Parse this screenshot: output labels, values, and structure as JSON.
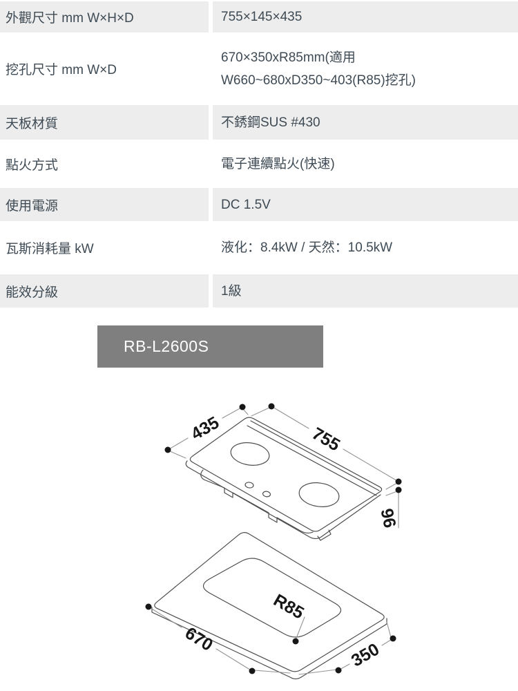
{
  "page": {
    "background": "#ffffff"
  },
  "spec_table": {
    "row_background": "#ededed",
    "text_color": "#3e4a54",
    "rows": [
      {
        "label": "外觀尺寸 mm W×H×D",
        "lines": [
          "755×145×435"
        ]
      },
      {
        "label": "挖孔尺寸 mm W×D",
        "lines": [
          "670×350xR85mm(適用",
          "W660~680xD350~403(R85)挖孔)"
        ]
      },
      {
        "label": "天板材質",
        "lines": [
          "不銹鋼SUS #430"
        ]
      },
      {
        "label": "點火方式",
        "lines": [
          "電子連續點火(快速)"
        ]
      },
      {
        "label": "使用電源",
        "lines": [
          "DC 1.5V"
        ]
      },
      {
        "label": "瓦斯消耗量 kW",
        "lines": [
          "液化：8.4kW / 天然：10.5kW"
        ]
      },
      {
        "label": "能效分級",
        "lines": [
          "1級"
        ]
      }
    ]
  },
  "model_badge": {
    "label": "RB-L2600S",
    "background": "#7f7f7f",
    "text_color": "#ffffff"
  },
  "diagram": {
    "object_line_color": "#4d4d4d",
    "dimension_line_color": "#949494",
    "labels": {
      "top_depth": "435",
      "top_width": "755",
      "install_height": "96",
      "cutout_radius": "R85",
      "cutout_width": "670",
      "cutout_depth": "350"
    }
  }
}
